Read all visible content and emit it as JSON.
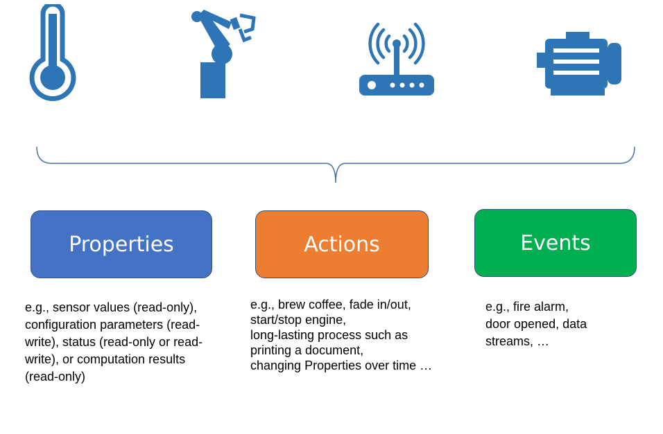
{
  "icons": [
    "thermometer-icon",
    "robot-arm-icon",
    "wifi-router-icon",
    "electric-motor-icon"
  ],
  "colors": {
    "icon_blue": "#2e75b6",
    "brace_stroke": "#4a6fa5",
    "properties": "#4472c4",
    "actions": "#ed7d31",
    "events": "#00b050",
    "box_border": "#2f4f7f"
  },
  "categories": {
    "properties": {
      "label": "Properties",
      "description": [
        "e.g., sensor values (read-only),",
        "configuration parameters (read-",
        "write), status (read-only or read-",
        "write), or computation results",
        "(read-only)"
      ]
    },
    "actions": {
      "label": "Actions",
      "description": [
        "e.g., brew coffee, fade in/out,",
        "start/stop engine,",
        "long-lasting process such as",
        "printing a document,",
        "changing Properties over time …"
      ]
    },
    "events": {
      "label": "Events",
      "description": [
        "e.g., fire alarm,",
        "door opened, data",
        "streams, …"
      ]
    }
  }
}
